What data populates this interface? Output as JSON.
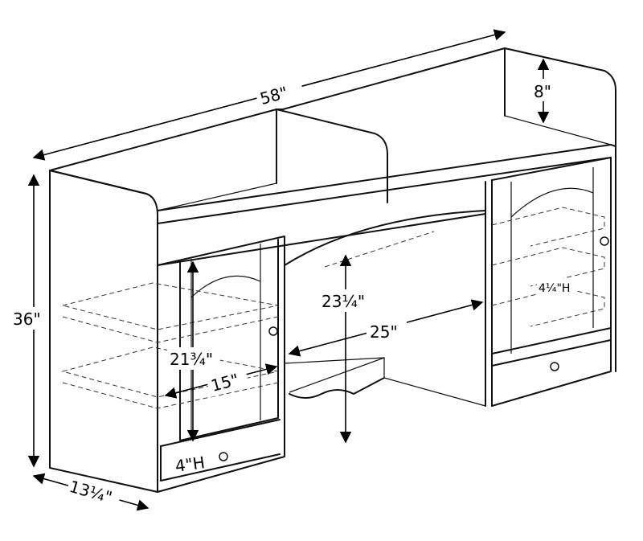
{
  "dimensions": {
    "width": "58\"",
    "top_shelf_height": "8\"",
    "total_height": "36\"",
    "depth": "13¼\"",
    "knee_height": "23¼\"",
    "knee_width": "25\"",
    "cabinet_height": "21¾\"",
    "cabinet_width": "15\"",
    "drawer_left_height": "4\"H",
    "drawer_right_height": "4¼\"H"
  }
}
